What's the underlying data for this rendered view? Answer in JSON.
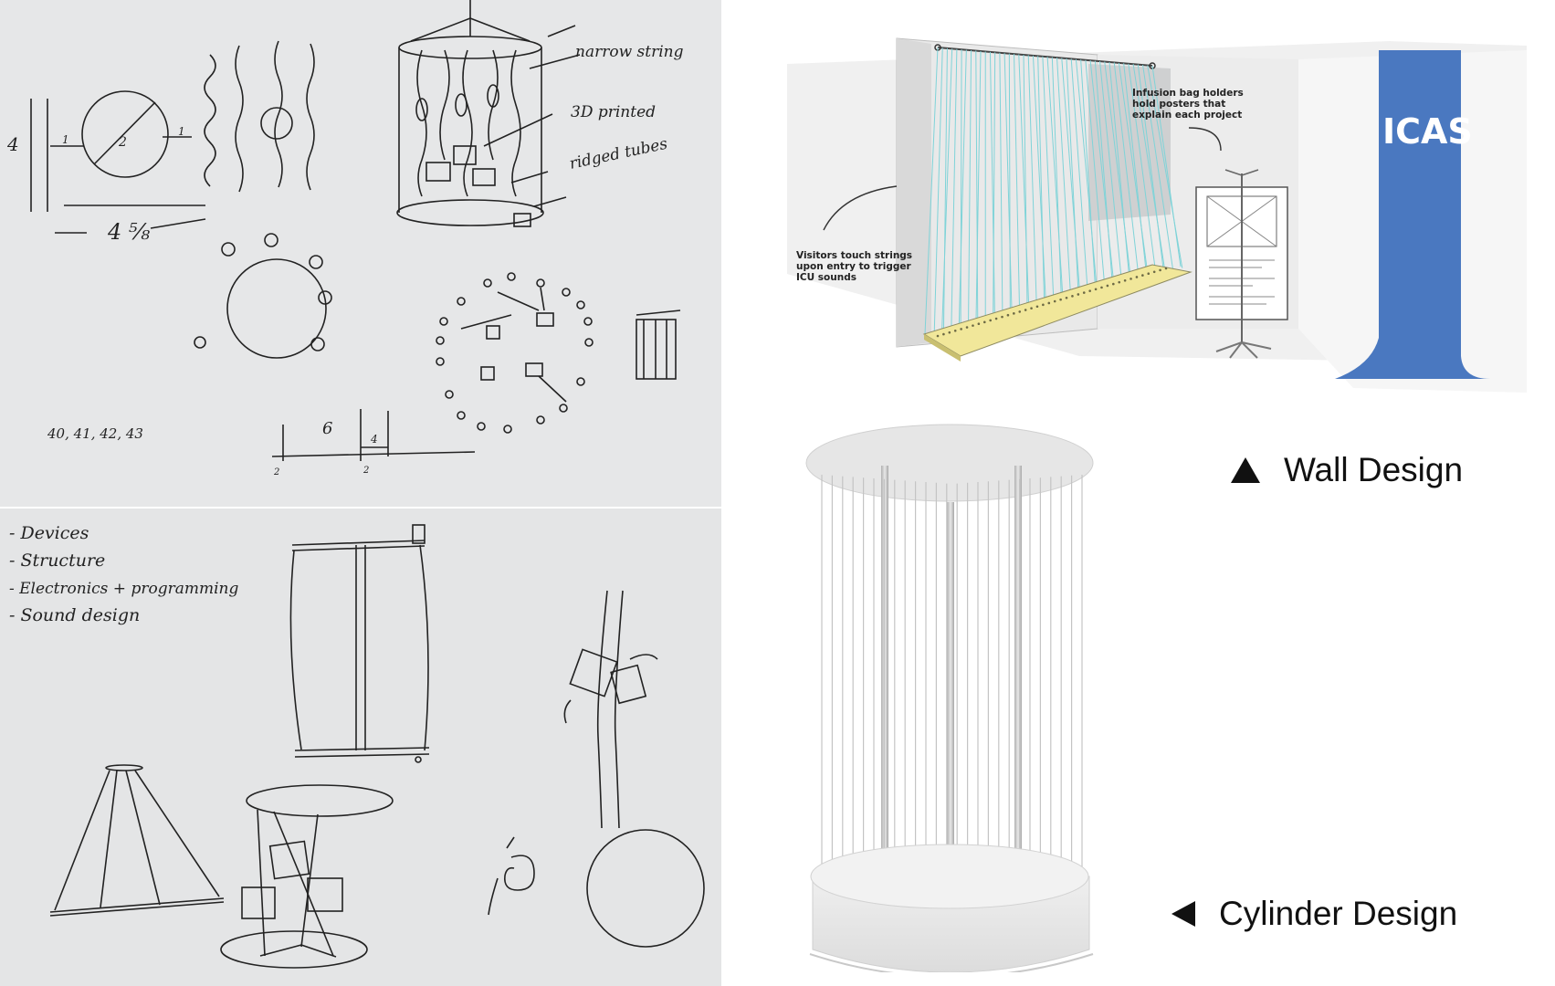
{
  "sketch_top": {
    "label_narrow_string": "narrow string",
    "label_3d_printed": "3D printed",
    "label_ridged_tubes": "ridged tubes",
    "dim_4_left": "4",
    "dim_1": "1",
    "dim_2": "2",
    "dim_1_right": "1",
    "dim_bottom": "4 ⅝",
    "numbers": "40, 41, 42, 43",
    "dim_6": "6",
    "dim_4_small": "4",
    "dim_2_a": "2",
    "dim_2_b": "2"
  },
  "sketch_bottom": {
    "list": [
      "- Devices",
      "- Structure",
      "- Electronics + programming",
      "- Sound design"
    ]
  },
  "wall_render": {
    "annotation_infusion": "Infusion bag holders hold posters that explain each project",
    "annotation_visitors": "Visitors touch strings upon entry to trigger ICU sounds",
    "banner_text": "ICAS",
    "banner_color": "#4a78c0",
    "string_color": "#7fd3d8",
    "base_color": "#f1e79a"
  },
  "captions": {
    "wall": "Wall Design",
    "cylinder": "Cylinder Design",
    "wall_icon": "triangle-up-icon",
    "cylinder_icon": "triangle-left-icon"
  }
}
